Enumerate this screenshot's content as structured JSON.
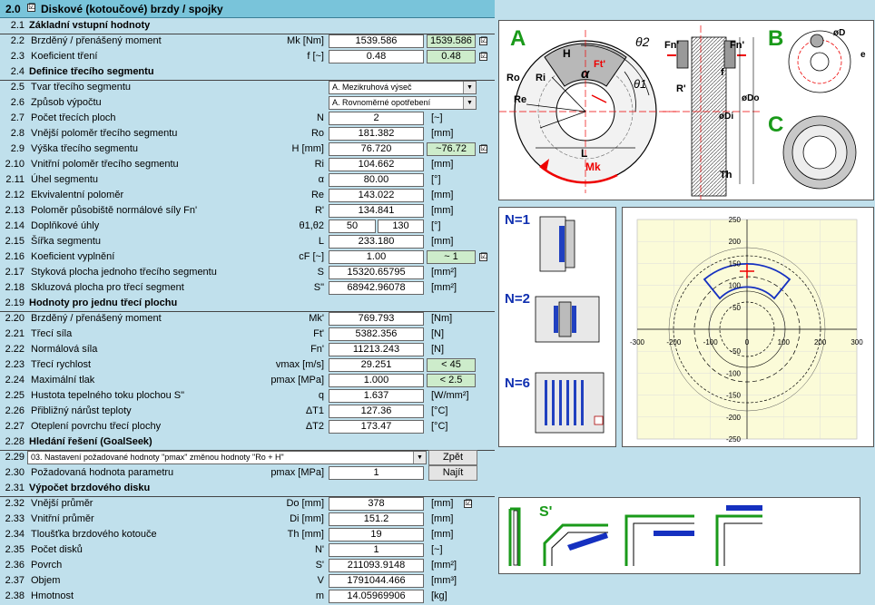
{
  "header": {
    "num": "2.0",
    "checked": "☑",
    "title": "Diskové (kotoučové) brzdy / spojky"
  },
  "rows": [
    {
      "n": "2.1",
      "label": "Základní vstupní hodnoty",
      "section": true
    },
    {
      "n": "2.2",
      "label": "Brzděný / přenášený moment",
      "sym": "Mk [Nm]",
      "value": "1539.586",
      "green": "1539.586",
      "chk": "☑"
    },
    {
      "n": "2.3",
      "label": "Koeficient tření",
      "sym": "f [~]",
      "value": "0.48",
      "green": "0.48",
      "chk": "☑"
    },
    {
      "n": "2.4",
      "label": "Definice třecího segmentu",
      "section": true
    },
    {
      "n": "2.5",
      "label": "Tvar třecího segmentu",
      "dd": "A. Mezikruhová výseč"
    },
    {
      "n": "2.6",
      "label": "Způsob výpočtu",
      "dd": "A. Rovnoměrné opotřebení"
    },
    {
      "n": "2.7",
      "label": "Počet třecích ploch",
      "sym": "N",
      "value": "2",
      "unit": "[~]"
    },
    {
      "n": "2.8",
      "label": "Vnější poloměr třecího segmentu",
      "sym": "Ro",
      "value": "181.382",
      "unit": "[mm]"
    },
    {
      "n": "2.9",
      "label": "Výška třecího segmentu",
      "sym": "H [mm]",
      "value": "76.720",
      "green": "~76.72",
      "chk": "☑"
    },
    {
      "n": "2.10",
      "label": "Vnitřní poloměr třecího segmentu",
      "sym": "Ri",
      "value": "104.662",
      "unit": "[mm]"
    },
    {
      "n": "2.11",
      "label": "Úhel segmentu",
      "sym": "α",
      "value": "80.00",
      "unit": "[°]"
    },
    {
      "n": "2.12",
      "label": "Ekvivalentní poloměr",
      "sym": "Re",
      "value": "143.022",
      "unit": "[mm]"
    },
    {
      "n": "2.13",
      "label": "Poloměr působiště normálové síly Fn'",
      "sym": "R'",
      "value": "134.841",
      "unit": "[mm]"
    },
    {
      "n": "2.14",
      "label": "Doplňkové úhly",
      "sym": "θ1,θ2",
      "v1": "50",
      "v2": "130",
      "unit": "[°]"
    },
    {
      "n": "2.15",
      "label": "Šířka segmentu",
      "sym": "L",
      "value": "233.180",
      "unit": "[mm]"
    },
    {
      "n": "2.16",
      "label": "Koeficient vyplnění",
      "sym": "cF [~]",
      "value": "1.00",
      "green": "~ 1",
      "chk": "☑"
    },
    {
      "n": "2.17",
      "label": "Styková plocha jednoho třecího segmentu",
      "sym": "S",
      "value": "15320.65795",
      "unit": "[mm²]"
    },
    {
      "n": "2.18",
      "label": "Skluzová plocha pro třecí segment",
      "sym": "S\"",
      "value": "68942.96078",
      "unit": "[mm²]"
    },
    {
      "n": "2.19",
      "label": "Hodnoty pro jednu třecí plochu",
      "section": true
    },
    {
      "n": "2.20",
      "label": "Brzděný / přenášený moment",
      "sym": "Mk'",
      "value": "769.793",
      "unit": "[Nm]"
    },
    {
      "n": "2.21",
      "label": "Třecí síla",
      "sym": "Ft'",
      "value": "5382.356",
      "unit": "[N]"
    },
    {
      "n": "2.22",
      "label": "Normálová síla",
      "sym": "Fn'",
      "value": "11213.243",
      "unit": "[N]"
    },
    {
      "n": "2.23",
      "label": "Třecí rychlost",
      "sym": "vmax [m/s]",
      "value": "29.251",
      "green": "< 45"
    },
    {
      "n": "2.24",
      "label": "Maximální tlak",
      "sym": "pmax [MPa]",
      "value": "1.000",
      "green": "< 2.5"
    },
    {
      "n": "2.25",
      "label": "Hustota tepelného toku plochou S\"",
      "sym": "q",
      "value": "1.637",
      "unit": "[W/mm²]"
    },
    {
      "n": "2.26",
      "label": "Přibližný nárůst teploty",
      "sym": "ΔT1",
      "value": "127.36",
      "unit": "[°C]"
    },
    {
      "n": "2.27",
      "label": "Oteplení povrchu třecí plochy",
      "sym": "ΔT2",
      "value": "173.47",
      "unit": "[°C]"
    },
    {
      "n": "2.28",
      "label": "Hledání řešení (GoalSeek)",
      "section": true
    },
    {
      "n": "2.29",
      "wide": "03. Nastavení požadované hodnoty \"pmax\" změnou hodnoty \"Ro + H\"",
      "btn": "Zpět"
    },
    {
      "n": "2.30",
      "label": "Požadovaná hodnota parametru",
      "sym": "pmax [MPa]",
      "value": "1",
      "btn": "Najít"
    },
    {
      "n": "2.31",
      "label": "Výpočet brzdového disku",
      "section": true
    },
    {
      "n": "2.32",
      "label": "Vnější průměr",
      "sym": "Do [mm]",
      "value": "378",
      "unit": "[mm]",
      "chk2": "☑"
    },
    {
      "n": "2.33",
      "label": "Vnitřní průměr",
      "sym": "Di [mm]",
      "value": "151.2",
      "unit": "[mm]"
    },
    {
      "n": "2.34",
      "label": "Tloušťka brzdového kotouče",
      "sym": "Th [mm]",
      "value": "19",
      "unit": "[mm]"
    },
    {
      "n": "2.35",
      "label": "Počet disků",
      "sym": "N'",
      "value": "1",
      "unit": "[~]"
    },
    {
      "n": "2.36",
      "label": "Povrch",
      "sym": "S'",
      "value": "211093.9148",
      "unit": "[mm²]"
    },
    {
      "n": "2.37",
      "label": "Objem",
      "sym": "V",
      "value": "1791044.466",
      "unit": "[mm³]"
    },
    {
      "n": "2.38",
      "label": "Hmotnost",
      "sym": "m",
      "value": "14.05969906",
      "unit": "[kg]"
    }
  ],
  "diagram": {
    "A": "A",
    "B": "B",
    "C": "C",
    "theta2": "θ2",
    "theta1": "θ1",
    "alpha": "α",
    "H": "H",
    "Ftp": "Ft'",
    "Ro": "Ro",
    "Ri": "Ri",
    "Re": "Re",
    "L": "L",
    "Mk": "Mk",
    "Fn1": "Fn'",
    "Fn2": "Fn'",
    "f": "f",
    "Rp": "R'",
    "Di": "øDi",
    "Do": "øDo",
    "Th": "Th",
    "D": "øD",
    "e": "e"
  },
  "nlabels": [
    "N=1",
    "N=2",
    "N=6"
  ],
  "sprime": "S'",
  "plot": {
    "xticks": [
      "-300",
      "-200",
      "-100",
      "0",
      "100",
      "200",
      "300"
    ],
    "yticks": [
      "250",
      "200",
      "150",
      "100",
      "50",
      "0",
      "-50",
      "-100",
      "-150",
      "-200",
      "-250"
    ]
  }
}
